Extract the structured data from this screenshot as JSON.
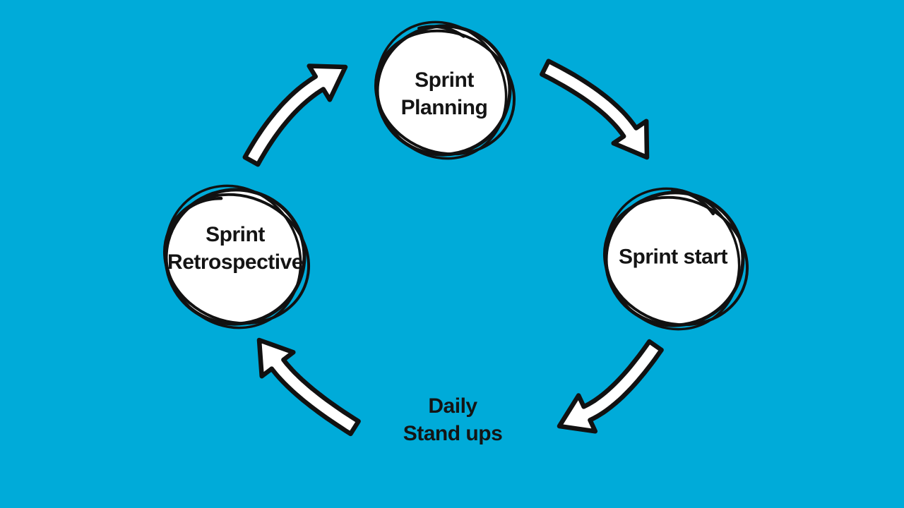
{
  "diagram": {
    "background_color": "#00ABD9",
    "node_fill_color": "#FFFFFF",
    "outline_color": "#111111",
    "text_color": "#141414",
    "nodes": [
      {
        "id": "sprint-planning",
        "label": "Sprint\nPlanning",
        "shape": "scribble-circle",
        "position": "top"
      },
      {
        "id": "sprint-start",
        "label": "Sprint start",
        "shape": "scribble-circle",
        "position": "right"
      },
      {
        "id": "daily-stand-ups",
        "label": "Daily\nStand ups",
        "shape": "text-only",
        "position": "bottom"
      },
      {
        "id": "sprint-retrospective",
        "label": "Sprint\nRetrospective",
        "shape": "scribble-circle",
        "position": "left"
      }
    ],
    "arrows": [
      {
        "from": "sprint-planning",
        "to": "sprint-start"
      },
      {
        "from": "sprint-start",
        "to": "daily-stand-ups"
      },
      {
        "from": "daily-stand-ups",
        "to": "sprint-retrospective"
      },
      {
        "from": "sprint-retrospective",
        "to": "sprint-planning"
      }
    ]
  }
}
